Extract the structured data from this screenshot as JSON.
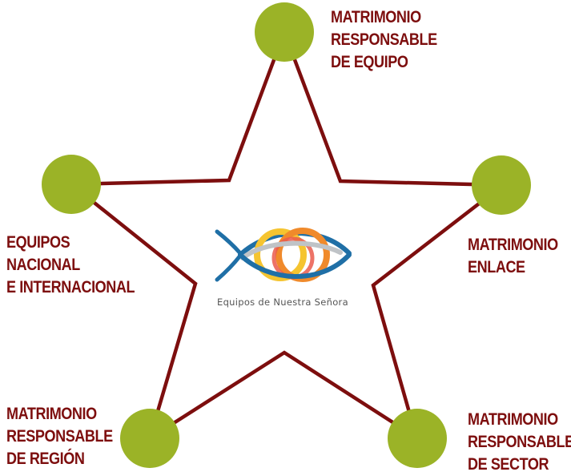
{
  "colors": {
    "star_line": "#7d0e0e",
    "node_fill": "#9bb327",
    "label_text": "#7d0e0e",
    "logo_blue": "#1f6fa6",
    "logo_gray": "#bfc3c7",
    "logo_orange": "#f08a2b",
    "logo_yellow": "#f5c430",
    "logo_coral": "#ea5a4c"
  },
  "nodes": {
    "top": {
      "lines": [
        "MATRIMONIO",
        "RESPONSABLE",
        "DE EQUIPO"
      ]
    },
    "left": {
      "lines": [
        "EQUIPOS",
        "NACIONAL",
        "E INTERNACIONAL"
      ]
    },
    "right": {
      "lines": [
        "MATRIMONIO",
        "ENLACE"
      ]
    },
    "bottom_left": {
      "lines": [
        "MATRIMONIO",
        "RESPONSABLE",
        "DE REGIÓN"
      ]
    },
    "bottom_right": {
      "lines": [
        "MATRIMONIO",
        "RESPONSABLE",
        "DE SECTOR"
      ]
    }
  },
  "logo": {
    "icon": "fish-rings-logo-icon",
    "caption": "Equipos de Nuestra Señora"
  }
}
